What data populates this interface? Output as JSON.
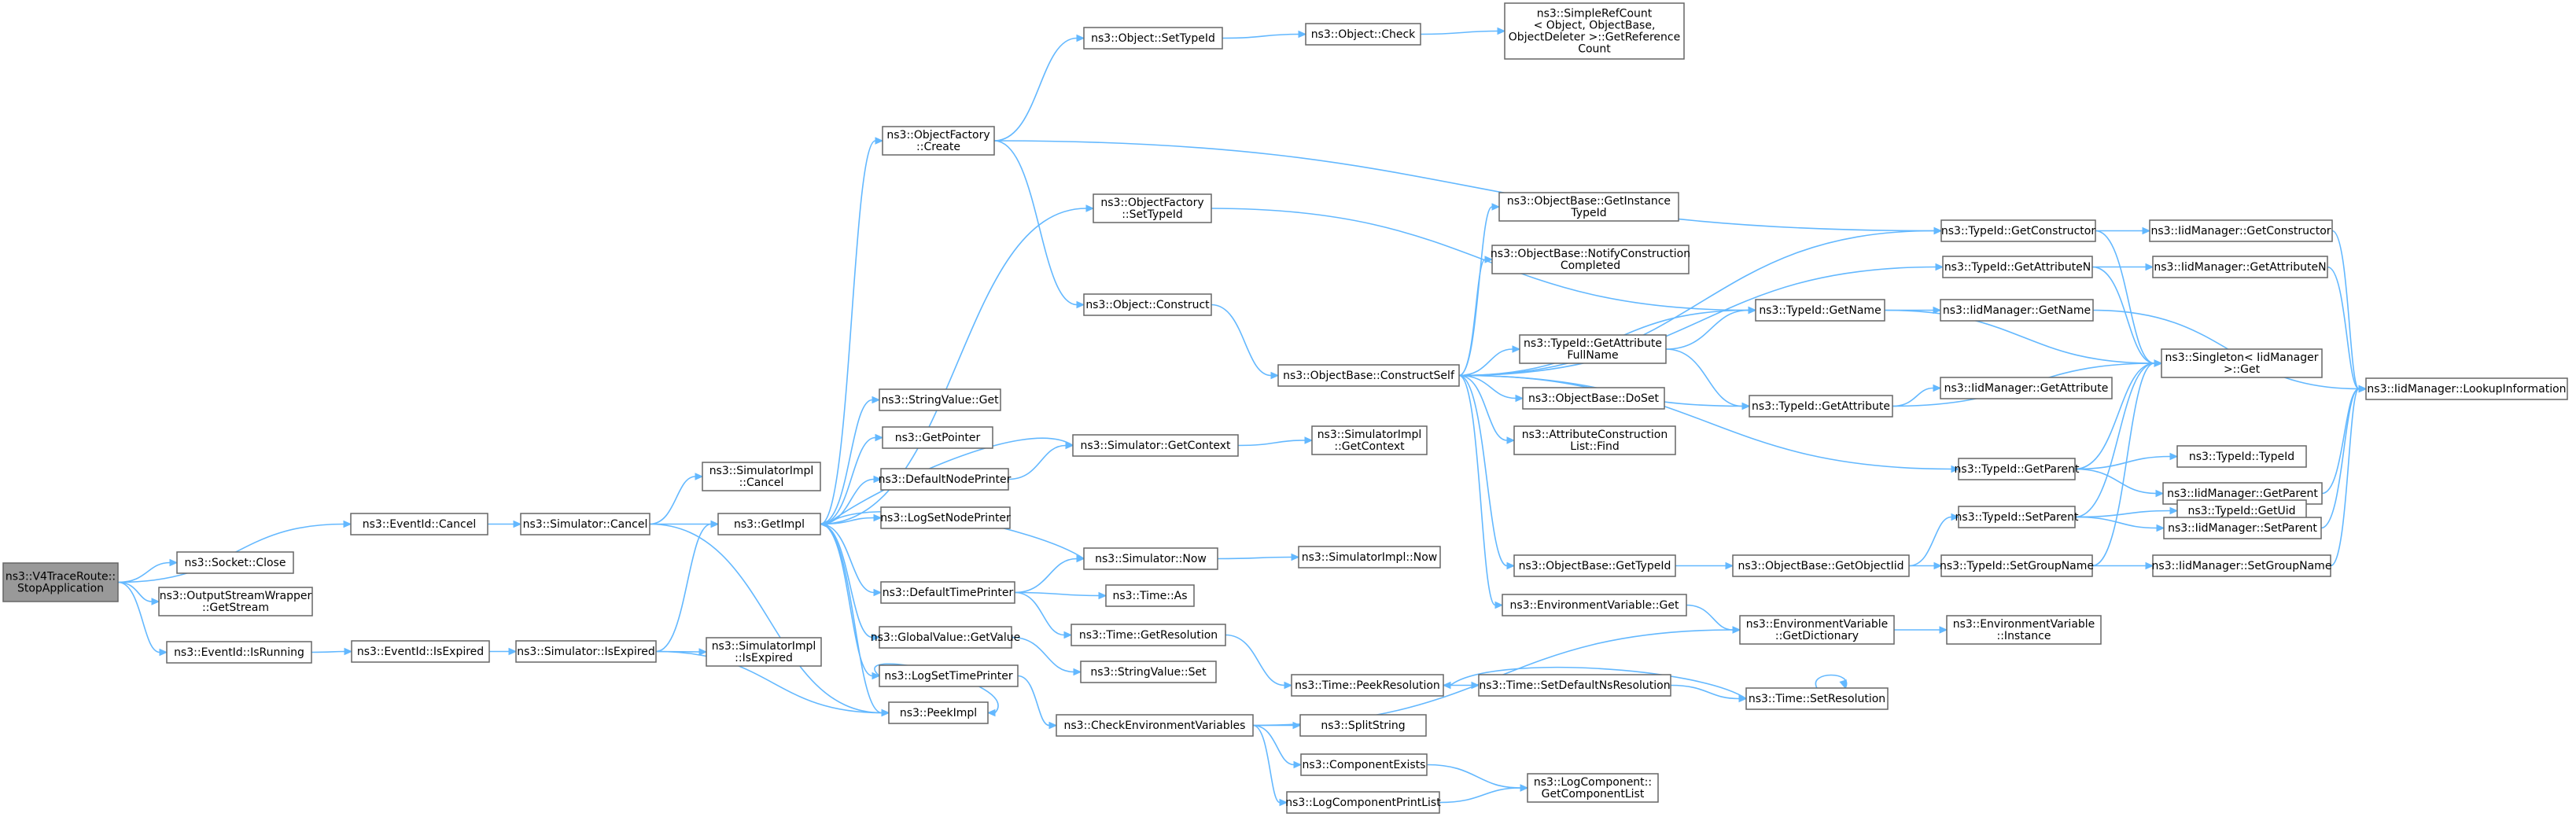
{
  "graph": {
    "root": "n0",
    "colors": {
      "edge": "#63b8ff",
      "node_border": "#666666",
      "node_fill": "#ffffff",
      "root_fill": "#999999"
    },
    "nodes": [
      {
        "id": "n0",
        "lines": [
          "ns3::V4TraceRoute::",
          "StopApplication"
        ],
        "root": true
      },
      {
        "id": "n1",
        "lines": [
          "ns3::EventId::Cancel"
        ]
      },
      {
        "id": "n2",
        "lines": [
          "ns3::Socket::Close"
        ]
      },
      {
        "id": "n3",
        "lines": [
          "ns3::OutputStreamWrapper",
          "::GetStream"
        ]
      },
      {
        "id": "n4",
        "lines": [
          "ns3::EventId::IsRunning"
        ]
      },
      {
        "id": "n5",
        "lines": [
          "ns3::Simulator::Cancel"
        ]
      },
      {
        "id": "n6",
        "lines": [
          "ns3::EventId::IsExpired"
        ]
      },
      {
        "id": "n7",
        "lines": [
          "ns3::SimulatorImpl",
          "::Cancel"
        ]
      },
      {
        "id": "n8",
        "lines": [
          "ns3::GetImpl"
        ]
      },
      {
        "id": "n9",
        "lines": [
          "ns3::PeekImpl"
        ]
      },
      {
        "id": "n10",
        "lines": [
          "ns3::Simulator::IsExpired"
        ]
      },
      {
        "id": "n11",
        "lines": [
          "ns3::SimulatorImpl",
          "::IsExpired"
        ]
      },
      {
        "id": "n12",
        "lines": [
          "ns3::ObjectFactory",
          "::Create"
        ]
      },
      {
        "id": "n13",
        "lines": [
          "ns3::StringValue::Get"
        ]
      },
      {
        "id": "n14",
        "lines": [
          "ns3::GetPointer"
        ]
      },
      {
        "id": "n15",
        "lines": [
          "ns3::DefaultNodePrinter"
        ]
      },
      {
        "id": "n16",
        "lines": [
          "ns3::LogSetNodePrinter"
        ]
      },
      {
        "id": "n17",
        "lines": [
          "ns3::DefaultTimePrinter"
        ]
      },
      {
        "id": "n18",
        "lines": [
          "ns3::GlobalValue::GetValue"
        ]
      },
      {
        "id": "n19",
        "lines": [
          "ns3::LogSetTimePrinter"
        ]
      },
      {
        "id": "n20",
        "lines": [
          "ns3::Object::SetTypeId"
        ]
      },
      {
        "id": "n21",
        "lines": [
          "ns3::ObjectFactory",
          "::SetTypeId"
        ]
      },
      {
        "id": "n22",
        "lines": [
          "ns3::Object::Construct"
        ]
      },
      {
        "id": "n23",
        "lines": [
          "ns3::Simulator::GetContext"
        ]
      },
      {
        "id": "n24",
        "lines": [
          "ns3::Simulator::Now"
        ]
      },
      {
        "id": "n25",
        "lines": [
          "ns3::Time::As"
        ]
      },
      {
        "id": "n26",
        "lines": [
          "ns3::Time::GetResolution"
        ]
      },
      {
        "id": "n27",
        "lines": [
          "ns3::StringValue::Set"
        ]
      },
      {
        "id": "n28",
        "lines": [
          "ns3::CheckEnvironmentVariables"
        ]
      },
      {
        "id": "n29",
        "lines": [
          "ns3::Object::Check"
        ]
      },
      {
        "id": "n30",
        "lines": [
          "ns3::SimpleRefCount",
          "< Object, ObjectBase,",
          "ObjectDeleter >::GetReference",
          "Count"
        ]
      },
      {
        "id": "n31",
        "lines": [
          "ns3::ObjectBase::ConstructSelf"
        ]
      },
      {
        "id": "n32",
        "lines": [
          "ns3::SimulatorImpl",
          "::GetContext"
        ]
      },
      {
        "id": "n33",
        "lines": [
          "ns3::SimulatorImpl::Now"
        ]
      },
      {
        "id": "n34",
        "lines": [
          "ns3::Time::PeekResolution"
        ]
      },
      {
        "id": "n35",
        "lines": [
          "ns3::SplitString"
        ]
      },
      {
        "id": "n36",
        "lines": [
          "ns3::ComponentExists"
        ]
      },
      {
        "id": "n37",
        "lines": [
          "ns3::LogComponentPrintList"
        ]
      },
      {
        "id": "n38",
        "lines": [
          "ns3::ObjectBase::GetInstance",
          "TypeId"
        ]
      },
      {
        "id": "n39",
        "lines": [
          "ns3::ObjectBase::NotifyConstruction",
          "Completed"
        ]
      },
      {
        "id": "n40",
        "lines": [
          "ns3::TypeId::GetAttribute",
          "FullName"
        ]
      },
      {
        "id": "n41",
        "lines": [
          "ns3::ObjectBase::DoSet"
        ]
      },
      {
        "id": "n42",
        "lines": [
          "ns3::AttributeConstruction",
          "List::Find"
        ]
      },
      {
        "id": "n43",
        "lines": [
          "ns3::ObjectBase::GetTypeId"
        ]
      },
      {
        "id": "n44",
        "lines": [
          "ns3::EnvironmentVariable::Get"
        ]
      },
      {
        "id": "n45",
        "lines": [
          "ns3::Time::SetDefaultNsResolution"
        ]
      },
      {
        "id": "n46",
        "lines": [
          "ns3::LogComponent::",
          "GetComponentList"
        ]
      },
      {
        "id": "n47",
        "lines": [
          "ns3::TypeId::GetName"
        ]
      },
      {
        "id": "n48",
        "lines": [
          "ns3::TypeId::GetAttribute"
        ]
      },
      {
        "id": "n49",
        "lines": [
          "ns3::ObjectBase::GetObjectIid"
        ]
      },
      {
        "id": "n50",
        "lines": [
          "ns3::EnvironmentVariable",
          "::GetDictionary"
        ]
      },
      {
        "id": "n51",
        "lines": [
          "ns3::Time::SetResolution"
        ]
      },
      {
        "id": "n52",
        "lines": [
          "ns3::TypeId::GetConstructor"
        ]
      },
      {
        "id": "n53",
        "lines": [
          "ns3::TypeId::GetAttributeN"
        ]
      },
      {
        "id": "n54",
        "lines": [
          "ns3::IidManager::GetName"
        ]
      },
      {
        "id": "n55",
        "lines": [
          "ns3::IidManager::GetAttribute"
        ]
      },
      {
        "id": "n56",
        "lines": [
          "ns3::TypeId::GetParent"
        ]
      },
      {
        "id": "n57",
        "lines": [
          "ns3::TypeId::SetParent"
        ]
      },
      {
        "id": "n58",
        "lines": [
          "ns3::TypeId::SetGroupName"
        ]
      },
      {
        "id": "n59",
        "lines": [
          "ns3::EnvironmentVariable",
          "::Instance"
        ]
      },
      {
        "id": "n60",
        "lines": [
          "ns3::IidManager::GetConstructor"
        ]
      },
      {
        "id": "n61",
        "lines": [
          "ns3::IidManager::GetAttributeN"
        ]
      },
      {
        "id": "n62",
        "lines": [
          "ns3::Singleton< IidManager",
          ">::Get"
        ]
      },
      {
        "id": "n63",
        "lines": [
          "ns3::TypeId::TypeId"
        ]
      },
      {
        "id": "n64",
        "lines": [
          "ns3::IidManager::GetParent"
        ]
      },
      {
        "id": "n65",
        "lines": [
          "ns3::TypeId::GetUid"
        ]
      },
      {
        "id": "n66",
        "lines": [
          "ns3::IidManager::SetParent"
        ]
      },
      {
        "id": "n67",
        "lines": [
          "ns3::IidManager::SetGroupName"
        ]
      },
      {
        "id": "n68",
        "lines": [
          "ns3::IidManager::LookupInformation"
        ]
      }
    ],
    "edges": [
      [
        "n0",
        "n1"
      ],
      [
        "n0",
        "n2"
      ],
      [
        "n0",
        "n3"
      ],
      [
        "n0",
        "n4"
      ],
      [
        "n1",
        "n5"
      ],
      [
        "n4",
        "n6"
      ],
      [
        "n6",
        "n10"
      ],
      [
        "n5",
        "n7"
      ],
      [
        "n5",
        "n8"
      ],
      [
        "n5",
        "n9"
      ],
      [
        "n10",
        "n8"
      ],
      [
        "n10",
        "n11"
      ],
      [
        "n10",
        "n9"
      ],
      [
        "n8",
        "n12"
      ],
      [
        "n8",
        "n21"
      ],
      [
        "n8",
        "n13"
      ],
      [
        "n8",
        "n14"
      ],
      [
        "n8",
        "n15"
      ],
      [
        "n8",
        "n16"
      ],
      [
        "n8",
        "n17"
      ],
      [
        "n8",
        "n18"
      ],
      [
        "n8",
        "n19"
      ],
      [
        "n8",
        "n9"
      ],
      [
        "n12",
        "n20"
      ],
      [
        "n12",
        "n22"
      ],
      [
        "n12",
        "n52"
      ],
      [
        "n20",
        "n29"
      ],
      [
        "n29",
        "n30"
      ],
      [
        "n21",
        "n47"
      ],
      [
        "n22",
        "n31"
      ],
      [
        "n15",
        "n23"
      ],
      [
        "n23",
        "n32"
      ],
      [
        "n23",
        "n8"
      ],
      [
        "n17",
        "n24"
      ],
      [
        "n17",
        "n25"
      ],
      [
        "n17",
        "n26"
      ],
      [
        "n24",
        "n33"
      ],
      [
        "n24",
        "n8"
      ],
      [
        "n26",
        "n34"
      ],
      [
        "n18",
        "n27"
      ],
      [
        "n19",
        "n9"
      ],
      [
        "n19",
        "n28"
      ],
      [
        "n28",
        "n50"
      ],
      [
        "n28",
        "n35"
      ],
      [
        "n28",
        "n36"
      ],
      [
        "n28",
        "n37"
      ],
      [
        "n36",
        "n46"
      ],
      [
        "n37",
        "n46"
      ],
      [
        "n34",
        "n45"
      ],
      [
        "n45",
        "n51"
      ],
      [
        "n51",
        "n34"
      ],
      [
        "n51",
        "n51"
      ],
      [
        "n31",
        "n38"
      ],
      [
        "n31",
        "n39"
      ],
      [
        "n31",
        "n47"
      ],
      [
        "n31",
        "n40"
      ],
      [
        "n31",
        "n41"
      ],
      [
        "n31",
        "n42"
      ],
      [
        "n31",
        "n48"
      ],
      [
        "n31",
        "n56"
      ],
      [
        "n31",
        "n43"
      ],
      [
        "n31",
        "n44"
      ],
      [
        "n31",
        "n53"
      ],
      [
        "n31",
        "n52"
      ],
      [
        "n40",
        "n47"
      ],
      [
        "n40",
        "n48"
      ],
      [
        "n47",
        "n54"
      ],
      [
        "n47",
        "n62"
      ],
      [
        "n48",
        "n55"
      ],
      [
        "n48",
        "n62"
      ],
      [
        "n43",
        "n49"
      ],
      [
        "n49",
        "n57"
      ],
      [
        "n49",
        "n58"
      ],
      [
        "n44",
        "n50"
      ],
      [
        "n50",
        "n59"
      ],
      [
        "n52",
        "n60"
      ],
      [
        "n52",
        "n62"
      ],
      [
        "n53",
        "n61"
      ],
      [
        "n53",
        "n62"
      ],
      [
        "n56",
        "n62"
      ],
      [
        "n56",
        "n63"
      ],
      [
        "n56",
        "n64"
      ],
      [
        "n57",
        "n62"
      ],
      [
        "n57",
        "n65"
      ],
      [
        "n57",
        "n66"
      ],
      [
        "n58",
        "n62"
      ],
      [
        "n58",
        "n67"
      ],
      [
        "n54",
        "n68"
      ],
      [
        "n60",
        "n68"
      ],
      [
        "n61",
        "n68"
      ],
      [
        "n64",
        "n68"
      ],
      [
        "n66",
        "n68"
      ],
      [
        "n67",
        "n68"
      ]
    ]
  }
}
